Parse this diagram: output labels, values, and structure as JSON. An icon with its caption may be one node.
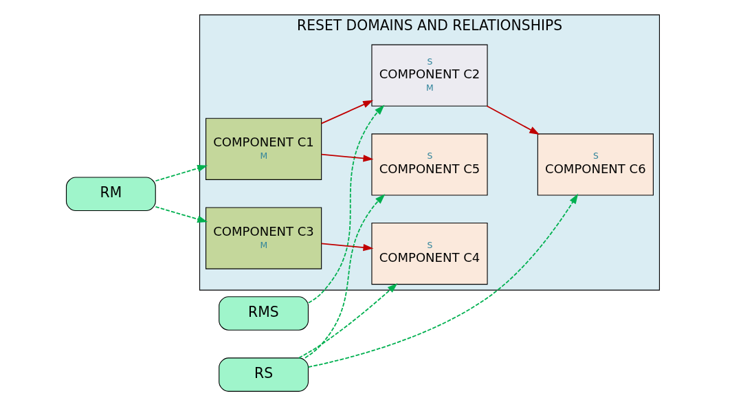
{
  "diagram": {
    "nodes": [
      {
        "text": [
          "RM"
        ]
      },
      {
        "text": [
          "RMS"
        ]
      },
      {
        "text": [
          "RS"
        ]
      },
      {
        "text": [
          "RESET DOMAINS AND RELATIONSHIPS"
        ]
      },
      {
        "text": [
          "COMPONENT C1",
          "M"
        ],
        "in": 3
      },
      {
        "text": [
          "COMPONENT C3",
          "M"
        ],
        "in": 3
      },
      {
        "text": [
          "S",
          "COMPONENT C2",
          "M"
        ],
        "in": 3
      },
      {
        "text": [
          "S",
          "COMPONENT C5"
        ],
        "in": 3
      },
      {
        "text": [
          "S",
          "COMPONENT C4"
        ],
        "in": 3
      },
      {
        "text": [
          "S",
          "COMPONENT C6"
        ],
        "in": 3
      }
    ],
    "edges": [
      {
        "from": 0,
        "to": 4,
        "arrow": "to",
        "style": "dashed"
      },
      {
        "from": 0,
        "to": 5,
        "arrow": "to",
        "style": "dashed"
      },
      {
        "from": 1,
        "to": 6,
        "arrow": "to",
        "style": "dashed"
      },
      {
        "from": 2,
        "to": 7,
        "arrow": "to",
        "style": "dashed"
      },
      {
        "from": 2,
        "to": 8,
        "arrow": "to",
        "style": "dashed"
      },
      {
        "from": 2,
        "to": 9,
        "arrow": "to",
        "style": "dashed"
      },
      {
        "from": 4,
        "to": 6,
        "arrow": "to",
        "color": "#c00000"
      },
      {
        "from": 4,
        "to": 7,
        "arrow": "to",
        "color": "#c00000"
      },
      {
        "from": 5,
        "to": 8,
        "arrow": "to",
        "color": "#c00000"
      },
      {
        "from": 6,
        "to": 9,
        "arrow": "to",
        "color": "#c00000"
      }
    ]
  }
}
